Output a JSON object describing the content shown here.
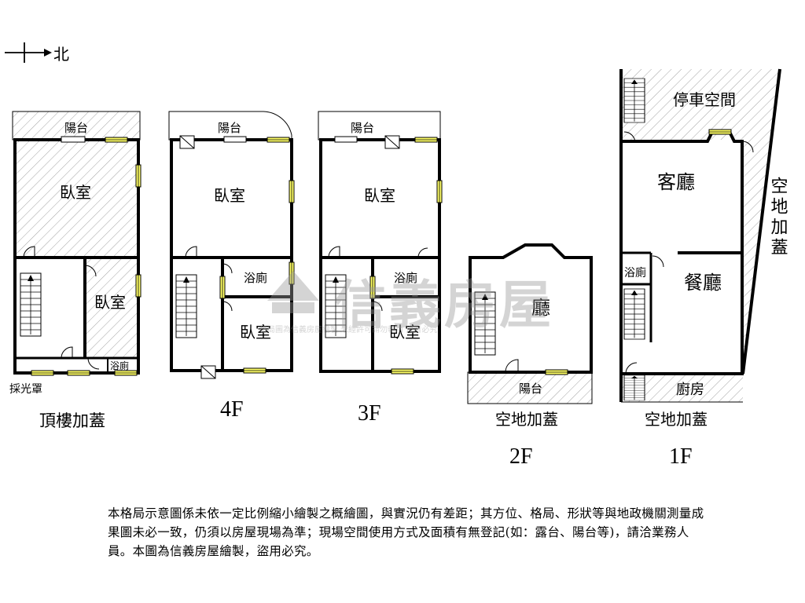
{
  "compass": {
    "label": "北"
  },
  "floors": {
    "roof": {
      "label": "頂樓加蓋",
      "rooms": {
        "balcony": "陽台",
        "bedroom1": "臥室",
        "bedroom2": "臥室",
        "bath": "浴廁",
        "skylight": "採光罩"
      }
    },
    "f4": {
      "label": "4F",
      "rooms": {
        "balcony": "陽台",
        "bedroom1": "臥室",
        "bath": "浴廁",
        "bedroom2": "臥室"
      }
    },
    "f3": {
      "label": "3F",
      "rooms": {
        "balcony": "陽台",
        "bedroom1": "臥室",
        "bath": "浴廁",
        "bedroom2": "臥室"
      }
    },
    "f2": {
      "label": "2F",
      "rooms": {
        "hall": "廳",
        "balcony": "陽台",
        "extension": "空地加蓋"
      }
    },
    "f1": {
      "label": "1F",
      "rooms": {
        "parking": "停車空間",
        "living": "客廳",
        "bath": "浴廁",
        "dining": "餐廳",
        "kitchen": "廚房",
        "extension": "空地加蓋",
        "side_extension": "空地加蓋"
      }
    }
  },
  "watermark": {
    "brand": "信義房屋",
    "notice": "格局圖為信義房屋繪製 未經許可請勿轉用 違者必究"
  },
  "disclaimer": "本格局示意圖係未依一定比例縮小繪製之概繪圖，與實況仍有差距；其方位、格局、形狀等與地政機關測量成果圖未必一致，仍須以房屋現場為準；現場空間使用方式及面積有無登記(如：露台、陽台等)，請洽業務人員。本圖為信義房屋繪製，盜用必究。"
}
